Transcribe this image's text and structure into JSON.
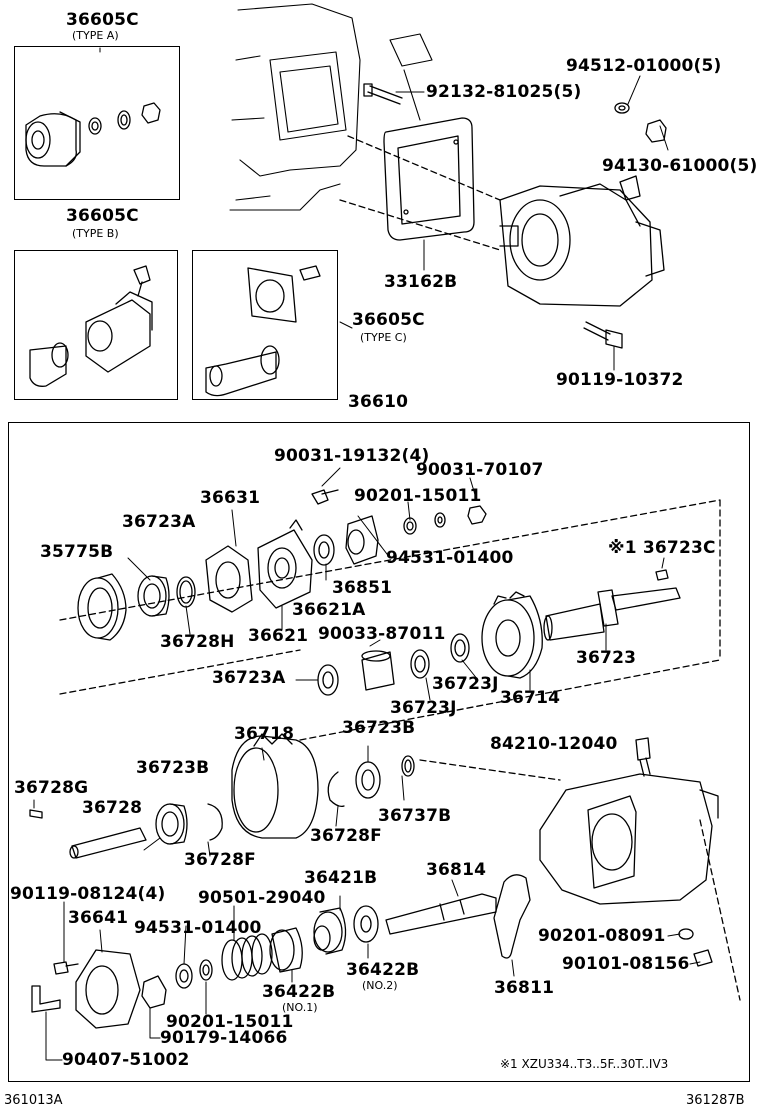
{
  "labels": {
    "p36605c_a": "36605C",
    "type_a": "(TYPE A)",
    "p36605c_b": "36605C",
    "type_b": "(TYPE B)",
    "p36605c_c": "36605C",
    "type_c": "(TYPE C)",
    "p92132": "92132-81025(5)",
    "p94512": "94512-01000(5)",
    "p94130": "94130-61000(5)",
    "p33162b": "33162B",
    "p90119_10372": "90119-10372",
    "p36610": "36610",
    "p90031_19132": "90031-19132(4)",
    "p90031_70107": "90031-70107",
    "p90201_15011_top": "90201-15011",
    "p36631": "36631",
    "p36723a_1": "36723A",
    "p35775b": "35775B",
    "p94531_01400_top": "94531-01400",
    "p36723c": "※1 36723C",
    "p36851": "36851",
    "p36621a": "36621A",
    "p36728h": "36728H",
    "p36621": "36621",
    "p90033": "90033-87011",
    "p36723": "36723",
    "p36723a_2": "36723A",
    "p36723j_1": "36723J",
    "p36714": "36714",
    "p36723j_2": "36723J",
    "p36718": "36718",
    "p36723b_1": "36723B",
    "p84210": "84210-12040",
    "p36723b_2": "36723B",
    "p36728g": "36728G",
    "p36728": "36728",
    "p36737b": "36737B",
    "p36728f_1": "36728F",
    "p36728f_2": "36728F",
    "p36814": "36814",
    "p90119_08124": "90119-08124(4)",
    "p36421b": "36421B",
    "p90501": "90501-29040",
    "p36641": "36641",
    "p94531_01400_bot": "94531-01400",
    "p90201_08091": "90201-08091",
    "p90101_08156": "90101-08156",
    "p36422b_1": "36422B",
    "no1": "(NO.1)",
    "p36422b_2": "36422B",
    "no2": "(NO.2)",
    "p36811": "36811",
    "p90201_15011_bot": "90201-15011",
    "p90179": "90179-14066",
    "p90407": "90407-51002",
    "footnote": "※1 XZU334..T3..5F..30T..IV3",
    "code_left": "361013A",
    "code_right": "361287B"
  }
}
